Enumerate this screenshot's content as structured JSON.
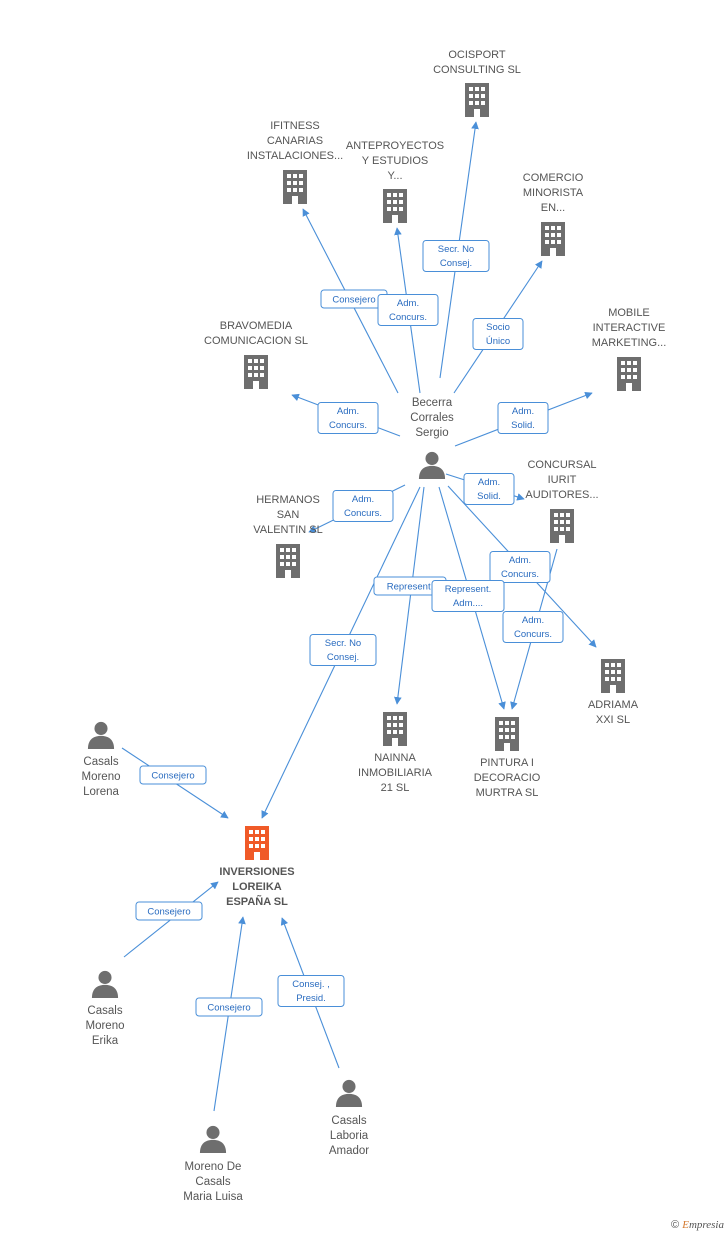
{
  "colors": {
    "edge": "#4a8fd8",
    "edge_text": "#2a6cc0",
    "building": "#6e6e6e",
    "focus_building": "#f05a28",
    "person": "#6e6e6e"
  },
  "nodes": [
    {
      "id": "ocisport",
      "kind": "company",
      "lines": [
        "OCISPORT",
        "CONSULTING SL"
      ]
    },
    {
      "id": "ifitness",
      "kind": "company",
      "lines": [
        "IFITNESS",
        "CANARIAS",
        "INSTALACIONES..."
      ]
    },
    {
      "id": "anteproyectos",
      "kind": "company",
      "lines": [
        "ANTEPROYECTOS",
        "Y ESTUDIOS",
        "Y..."
      ]
    },
    {
      "id": "comercio",
      "kind": "company",
      "lines": [
        "COMERCIO",
        "MINORISTA",
        "EN..."
      ]
    },
    {
      "id": "mobile",
      "kind": "company",
      "lines": [
        "MOBILE",
        "INTERACTIVE",
        "MARKETING..."
      ]
    },
    {
      "id": "bravomedia",
      "kind": "company",
      "lines": [
        "BRAVOMEDIA",
        "COMUNICACION SL"
      ]
    },
    {
      "id": "becerra",
      "kind": "person",
      "lines": [
        "Becerra",
        "Corrales",
        "Sergio"
      ]
    },
    {
      "id": "concursal",
      "kind": "company",
      "lines": [
        "CONCURSAL",
        "IURIT",
        "AUDITORES..."
      ]
    },
    {
      "id": "hermanos",
      "kind": "company",
      "lines": [
        "HERMANOS",
        "SAN",
        "VALENTIN SL"
      ]
    },
    {
      "id": "adriama",
      "kind": "company",
      "lines": [
        "ADRIAMA",
        "XXI SL"
      ]
    },
    {
      "id": "nainna",
      "kind": "company",
      "lines": [
        "NAINNA",
        "INMOBILIARIA",
        "21 SL"
      ]
    },
    {
      "id": "pintura",
      "kind": "company",
      "lines": [
        "PINTURA I",
        "DECORACIO",
        "MURTRA  SL"
      ]
    },
    {
      "id": "casals_lorena",
      "kind": "person",
      "lines": [
        "Casals",
        "Moreno",
        "Lorena"
      ]
    },
    {
      "id": "inversiones",
      "kind": "focus",
      "lines": [
        "INVERSIONES",
        "LOREIKA",
        "ESPAÑA SL"
      ]
    },
    {
      "id": "casals_erika",
      "kind": "person",
      "lines": [
        "Casals",
        "Moreno",
        "Erika"
      ]
    },
    {
      "id": "casals_amador",
      "kind": "person",
      "lines": [
        "Casals",
        "Laboria",
        "Amador"
      ]
    },
    {
      "id": "moreno_maria",
      "kind": "person",
      "lines": [
        "Moreno De",
        "Casals",
        "Maria Luisa"
      ]
    }
  ],
  "edges": [
    {
      "from": "becerra",
      "to": "ocisport",
      "label": [
        "Secr.  No",
        "Consej."
      ]
    },
    {
      "from": "becerra",
      "to": "ifitness",
      "label": [
        "Consejero"
      ]
    },
    {
      "from": "becerra",
      "to": "anteproyectos",
      "label": [
        "Adm.",
        "Concurs."
      ]
    },
    {
      "from": "becerra",
      "to": "comercio",
      "label": [
        "Socio",
        "Único"
      ]
    },
    {
      "from": "becerra",
      "to": "mobile",
      "label": [
        "Adm.",
        "Solid."
      ]
    },
    {
      "from": "becerra",
      "to": "bravomedia",
      "label": [
        "Adm.",
        "Concurs."
      ]
    },
    {
      "from": "becerra",
      "to": "concursal",
      "label": [
        "Adm.",
        "Solid."
      ]
    },
    {
      "from": "becerra",
      "to": "hermanos",
      "label": [
        "Adm.",
        "Concurs."
      ]
    },
    {
      "from": "becerra",
      "to": "adriama",
      "label": [
        "Adm.",
        "Concurs."
      ]
    },
    {
      "from": "becerra",
      "to": "nainna",
      "label": [
        "Represent."
      ]
    },
    {
      "from": "becerra",
      "to": "pintura",
      "label": [
        "Represent.",
        "Adm...."
      ]
    },
    {
      "from": "concursal",
      "to": "pintura",
      "label": [
        "Adm.",
        "Concurs."
      ]
    },
    {
      "from": "becerra",
      "to": "inversiones",
      "label": [
        "Secr.  No",
        "Consej."
      ]
    },
    {
      "from": "casals_lorena",
      "to": "inversiones",
      "label": [
        "Consejero"
      ]
    },
    {
      "from": "casals_erika",
      "to": "inversiones",
      "label": [
        "Consejero"
      ]
    },
    {
      "from": "moreno_maria",
      "to": "inversiones",
      "label": [
        "Consejero"
      ]
    },
    {
      "from": "casals_amador",
      "to": "inversiones",
      "label": [
        "Consej. ,",
        "Presid."
      ]
    }
  ],
  "footer": {
    "copyright": "©",
    "brand_first": "E",
    "brand_rest": "mpresia"
  }
}
